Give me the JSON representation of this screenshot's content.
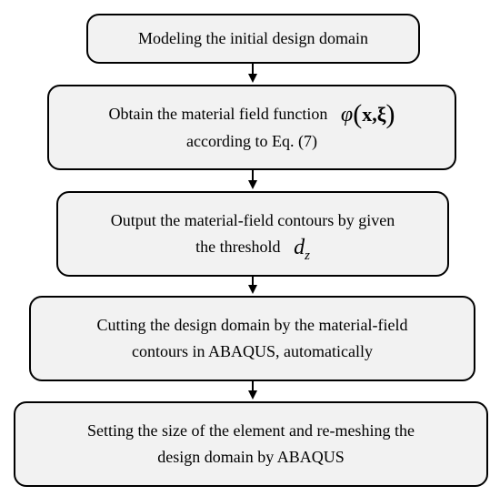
{
  "steps": [
    {
      "lines": [
        "Modeling the initial design domain"
      ]
    },
    {
      "lines": [
        "Obtain the material field function",
        "according to Eq. (7)"
      ],
      "math": {
        "symbol": "φ",
        "arg_x": "x",
        "arg_xi": "ξ"
      }
    },
    {
      "lines": [
        "Output the material-field contours by given",
        "the threshold"
      ],
      "math": {
        "symbol": "d",
        "subscript": "z"
      }
    },
    {
      "lines": [
        "Cutting the design domain by the material-field",
        "contours in ABAQUS, automatically"
      ]
    },
    {
      "lines": [
        "Setting the size of the element and re-meshing the",
        "design domain by ABAQUS"
      ]
    }
  ],
  "colors": {
    "box_fill": "#f2f2f2",
    "box_border": "#000000",
    "arrow": "#000000"
  }
}
